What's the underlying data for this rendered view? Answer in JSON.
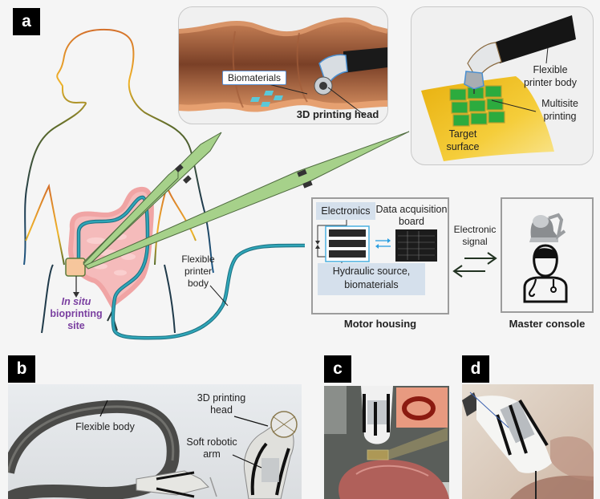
{
  "panels": {
    "a": {
      "label": "a",
      "inset_intestine": {
        "biomaterials_label": "Biomaterials",
        "print_head_label": "3D printing head"
      },
      "inset_surface": {
        "body_label_line1": "Flexible",
        "body_label_line2": "printer body",
        "multisite_line1": "Multisite",
        "multisite_line2": "printing",
        "target_line1": "Target",
        "target_line2": "surface"
      },
      "site_label": {
        "line1": "In situ",
        "line2": "bioprinting",
        "line3": "site"
      },
      "flexible_body_label": {
        "line1": "Flexible",
        "line2": "printer",
        "line3": "body"
      },
      "motor_housing": {
        "title": "Motor housing",
        "electronics": "Electronics",
        "daq_line1": "Data acquisition",
        "daq_line2": "board",
        "hydraulic_line1": "Hydraulic source,",
        "hydraulic_line2": "biomaterials"
      },
      "signal_label": {
        "line1": "Electronic",
        "line2": "signal"
      },
      "master_console": {
        "title": "Master console"
      }
    },
    "b": {
      "label": "b",
      "flexible_body": "Flexible body",
      "print_head_line1": "3D printing",
      "print_head_line2": "head",
      "soft_arm_line1": "Soft robotic",
      "soft_arm_line2": "arm"
    },
    "c": {
      "label": "c"
    },
    "d": {
      "label": "d"
    }
  },
  "colors": {
    "background": "#f5f5f5",
    "arrow_fill": "#a6d18a",
    "catheter": "#2a97a8",
    "intestine": "#f0a5a5",
    "site_label": "#7a3fa0",
    "electronics_box": "#d5e0ec",
    "target_surface": "#f1c232",
    "print_patch": "#3cb04a"
  }
}
